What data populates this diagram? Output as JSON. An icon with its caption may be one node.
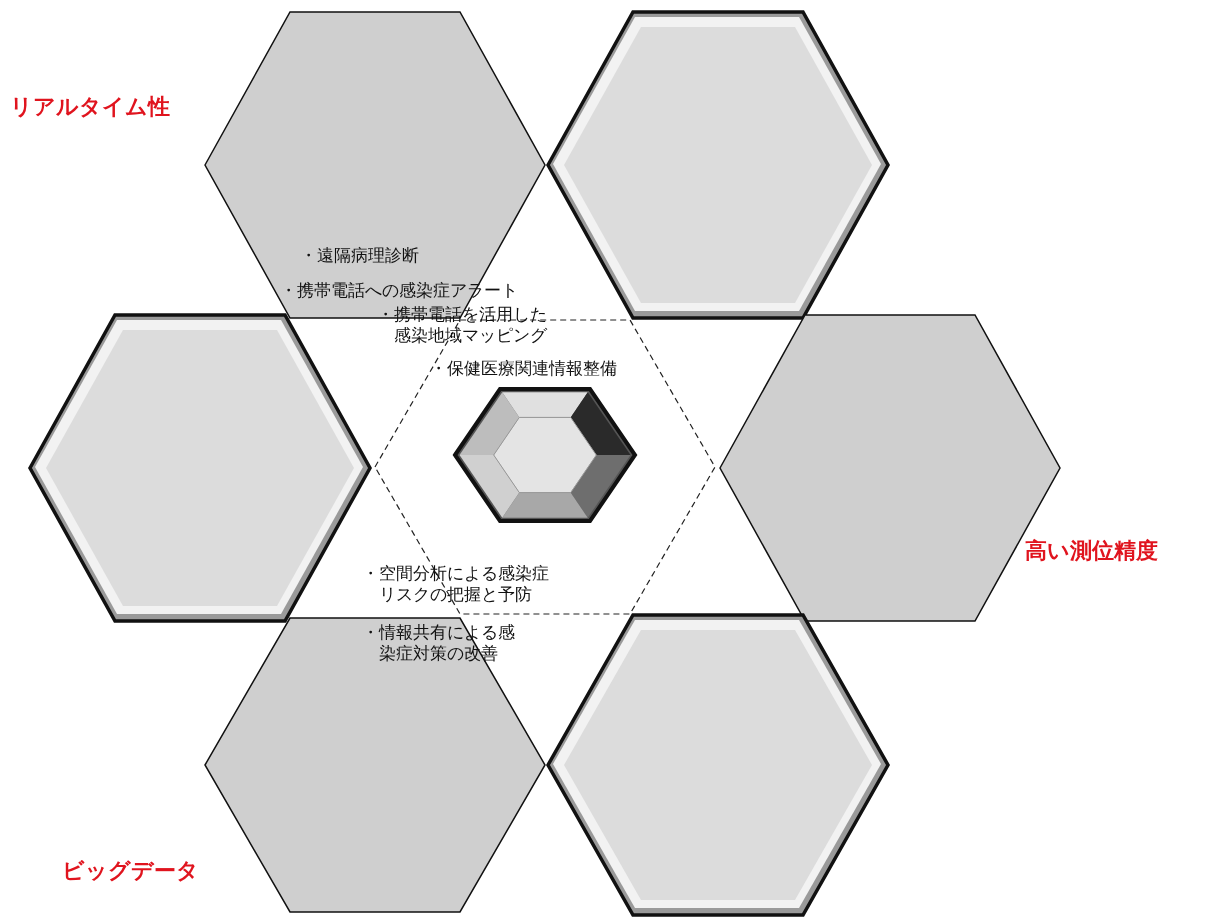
{
  "diagram": {
    "nodes": [
      {
        "text": [],
        "shape": "hexagon",
        "beside": [
          "リアルタイム性"
        ]
      },
      {
        "text": [],
        "shape": "hexagon"
      },
      {
        "text": [],
        "shape": "hexagon"
      },
      {
        "text": [],
        "shape": "hexagon",
        "beside": [
          "高い測位精度"
        ]
      },
      {
        "text": [],
        "shape": "hexagon",
        "beside": [
          "ビッグデータ"
        ]
      },
      {
        "text": [],
        "shape": "hexagon"
      },
      {
        "text": [],
        "shape": "hexagon"
      },
      {
        "text": [],
        "shape": "hexagon",
        "in": 6
      }
    ],
    "labels": [
      "・遠隔病理診断",
      "・携帯電話への感染症アラート",
      "・携帯電話を活用した感染地域マッピング",
      "・保健医療関連情報整備",
      "・空間分析による感染症リスクの把握と予防",
      "・情報共有による感染症対策の改善"
    ]
  }
}
